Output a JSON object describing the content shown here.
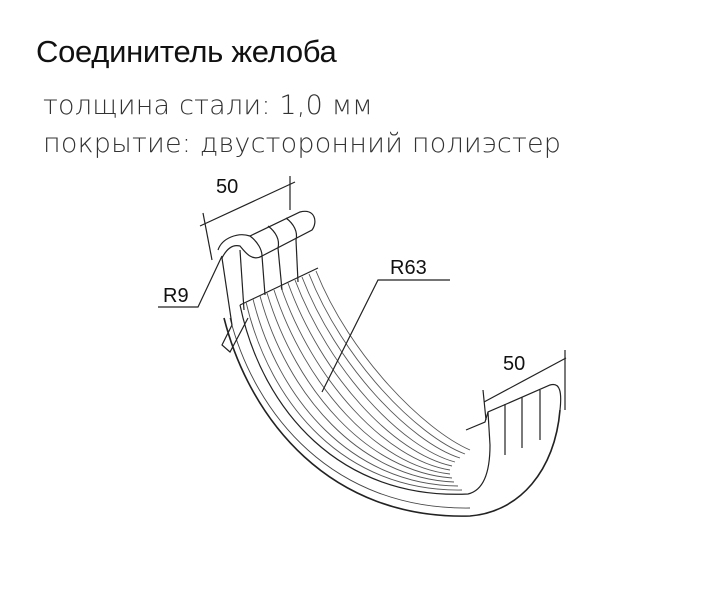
{
  "title": "Соединитель желоба",
  "specs": [
    "толщина стали: 1,0 мм",
    "покрытие: двусторонний полиэстер"
  ],
  "dimensions": {
    "left_width": "50",
    "right_width": "50",
    "clip_radius": "R9",
    "trough_radius": "R63"
  }
}
